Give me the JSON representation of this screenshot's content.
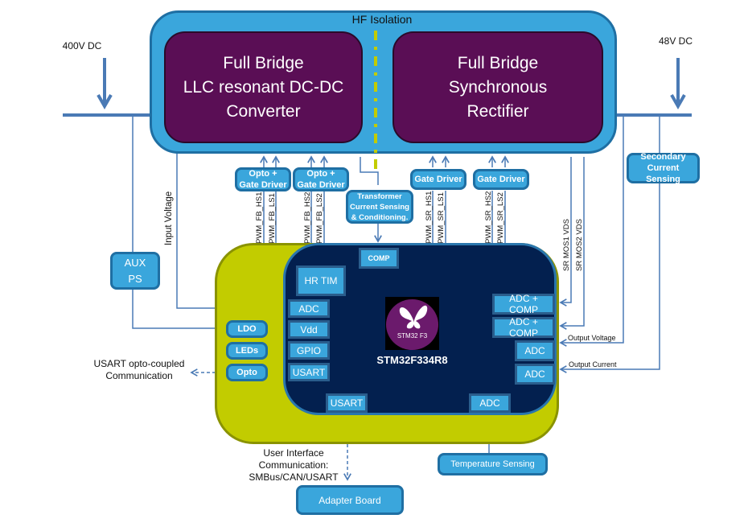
{
  "power": {
    "input_label": "400V DC",
    "output_label": "48V DC"
  },
  "hf_isolation": {
    "title": "HF Isolation",
    "primary_block": "Full Bridge\nLLC resonant DC-DC\nConverter",
    "secondary_block": "Full Bridge\nSynchronous\nRectifier"
  },
  "drivers": {
    "opto1": "Opto +\nGate Driver",
    "opto2": "Opto +\nGate Driver",
    "gate1": "Gate Driver",
    "gate2": "Gate Driver",
    "transformer": "Transformer\nCurrent Sensing\n&  Conditioning.",
    "secondary_current": "Secondary\nCurrent Sensing"
  },
  "signals": {
    "pwm": [
      "PWM_FB_HS1",
      "PWM_FB_LS1",
      "PWM_FB_HS2",
      "PWM_FB_LS2",
      "PWM_SR_HS1",
      "PWM_SR_LS1",
      "PWM_SR_HS2",
      "PWM_SR_LS2"
    ],
    "input_voltage": "Input Voltage",
    "sr_mos1": "SR MOS1 VDS",
    "sr_mos2": "SR MOS2 VDS",
    "output_voltage": "Output Voltage",
    "output_current": "Output Current"
  },
  "aux": {
    "aux_ps": "AUX\nPS",
    "ldo": "LDO",
    "leds": "LEDs",
    "opto": "Opto",
    "usart_comm": "USART opto-coupled\nCommunication"
  },
  "mcu": {
    "name": "STM32F334R8",
    "logo_text": "STM32 F3",
    "peripherals": {
      "comp": "COMP",
      "hrtim": "HR TIM",
      "adc_left": "ADC",
      "vdd": "Vdd",
      "gpio": "GPIO",
      "usart_left": "USART",
      "usart_bottom": "USART",
      "adc_bottom": "ADC",
      "adc_comp1": "ADC + COMP",
      "adc_comp2": "ADC + COMP",
      "adc_right1": "ADC",
      "adc_right2": "ADC"
    }
  },
  "bottom": {
    "ui_comm": "User Interface\nCommunication:\nSMBus/CAN/USART",
    "adapter_board": "Adapter Board",
    "temperature": "Temperature Sensing"
  },
  "colors": {
    "hf_blue": "#3aa6dc",
    "purple": "#5a0e55",
    "lime": "#c2cc00",
    "mcu_navy": "#03204f",
    "wire": "#4a7ab5"
  }
}
